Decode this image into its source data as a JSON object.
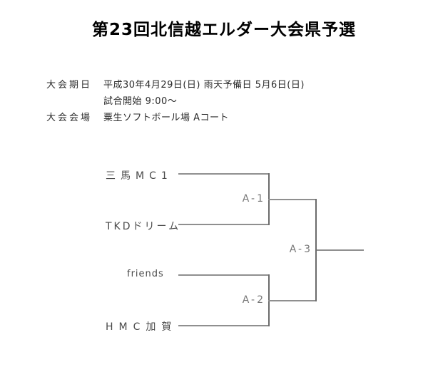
{
  "title": "第23回北信越エルダー大会県予選",
  "info": {
    "date_label": "大会期日",
    "date_value": "平成30年4月29日(日)  雨天予備日  5月6日(日)",
    "start_value": "試合開始  9:00～",
    "venue_label": "大会会場",
    "venue_value": "粟生ソフトボール場 Aコート"
  },
  "bracket": {
    "teams": [
      {
        "name": "三馬MC1"
      },
      {
        "name": "TKDドリーム"
      },
      {
        "name": "friends"
      },
      {
        "name": "HMC加賀"
      }
    ],
    "matches": [
      {
        "label": "A-1"
      },
      {
        "label": "A-2"
      },
      {
        "label": "A-3"
      }
    ]
  },
  "colors": {
    "horizontal_line": "#8f8f8f",
    "vertical_line": "#6b6b6b",
    "title_text": "#000000",
    "body_text": "#2b2b2b",
    "team_text": "#4a4a4a",
    "match_label_text": "#777777"
  }
}
